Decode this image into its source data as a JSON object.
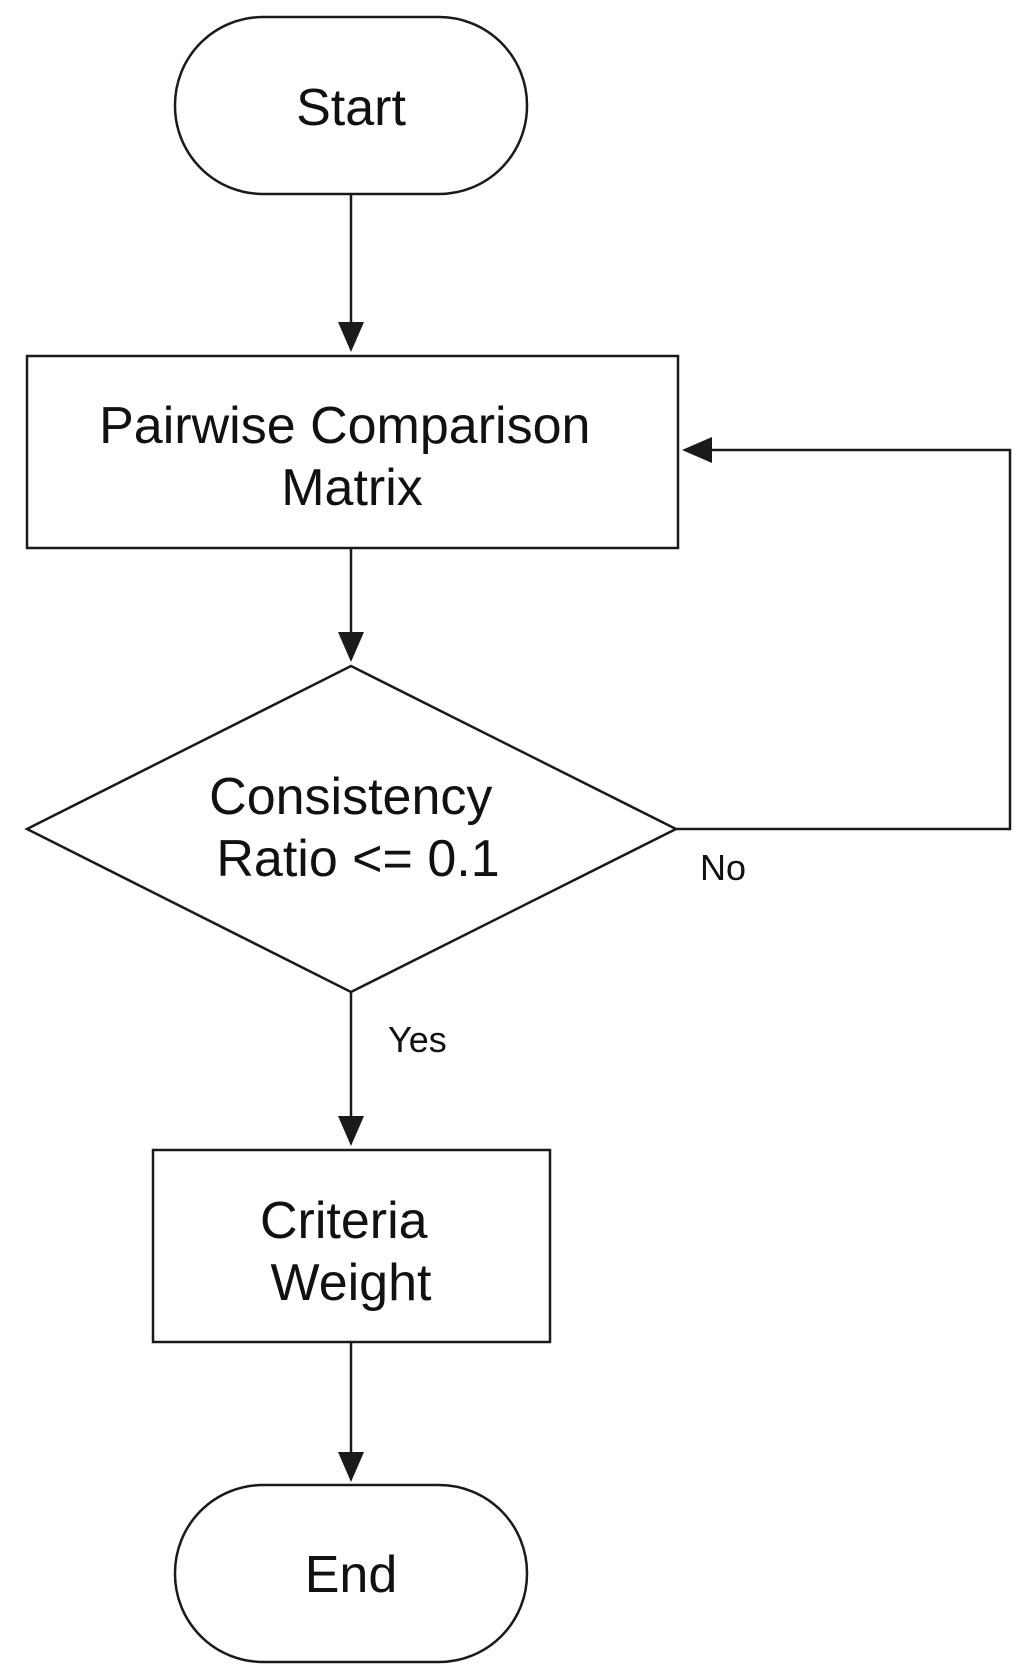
{
  "nodes": {
    "start": {
      "label": "Start"
    },
    "matrix": {
      "label_lines": [
        "Pairwise Comparison",
        "Matrix"
      ]
    },
    "decision": {
      "label_lines": [
        "Consistency",
        "Ratio <= 0.1"
      ]
    },
    "weight": {
      "label_lines": [
        "Criteria",
        "Weight"
      ]
    },
    "end": {
      "label": "End"
    }
  },
  "edges": {
    "yes_label": "Yes",
    "no_label": "No"
  }
}
